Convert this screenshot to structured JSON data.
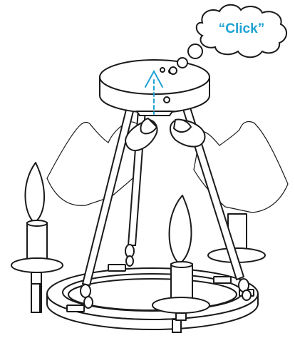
{
  "callout": {
    "text": "“Click”"
  },
  "colors": {
    "accent": "#1fa2d4",
    "line": "#1a1a1a",
    "fill": "#ffffff"
  },
  "icons": [
    "thought-bubble",
    "dashed-arrow-up",
    "hand",
    "candle-flame"
  ]
}
